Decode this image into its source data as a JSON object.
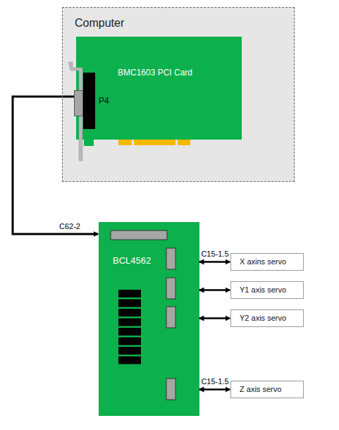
{
  "diagram": {
    "nodes": [
      {
        "text": [
          "Computer"
        ]
      },
      {
        "text": [
          "BMC1603 PCI Card"
        ],
        "in": 0
      },
      {
        "text": [
          "P4"
        ],
        "in": 1
      },
      {
        "text": [
          "BCL4562"
        ]
      },
      {
        "text": [
          "X axins servo"
        ]
      },
      {
        "text": [
          "Y1 axis servo"
        ]
      },
      {
        "text": [
          "Y2 axis servo"
        ]
      },
      {
        "text": [
          "Z axis servo"
        ]
      }
    ],
    "edges": [
      {
        "from": 2,
        "to": 3,
        "label": "C62-2",
        "arrow": "to"
      },
      {
        "from": 3,
        "to": 4,
        "label": "C15-1.5",
        "arrow": "both"
      },
      {
        "from": 3,
        "to": 5,
        "arrow": "both"
      },
      {
        "from": 3,
        "to": 6,
        "arrow": "both"
      },
      {
        "from": 3,
        "to": 7,
        "label": "C15-1.5",
        "arrow": "both"
      }
    ]
  }
}
